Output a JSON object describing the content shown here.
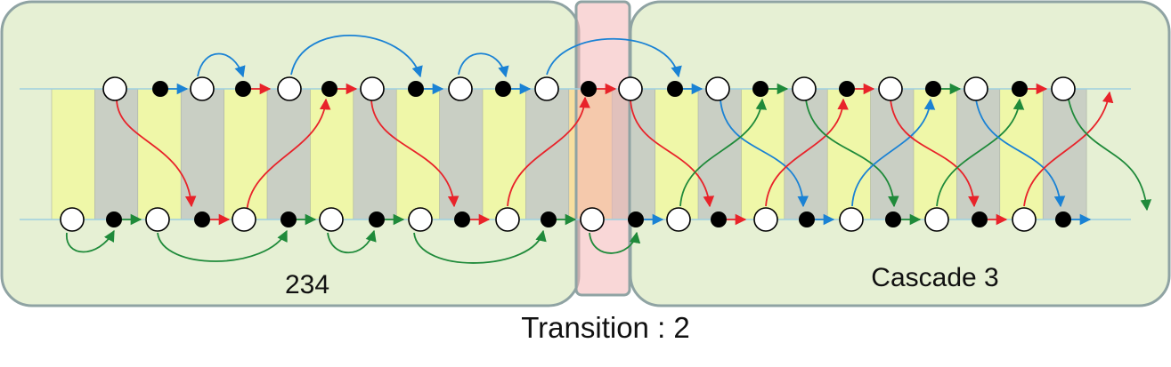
{
  "panels": {
    "left_label": "234",
    "right_label": "Cascade 3",
    "transition_label": "Transition : 2"
  },
  "colors": {
    "panel_fill": "#e6f0d4",
    "panel_stroke": "#8fa3a3",
    "transition_fill": "#f7d6d6",
    "transition_stroke": "#8fa3a3",
    "stripe_yellow": "#eff7a8",
    "stripe_gray": "#c9cfc4",
    "transition_stripe": "#f7dfa0",
    "track": "#9ecfe0",
    "red": "#e8232a",
    "blue": "#1a82d4",
    "green": "#1f8a3a"
  }
}
